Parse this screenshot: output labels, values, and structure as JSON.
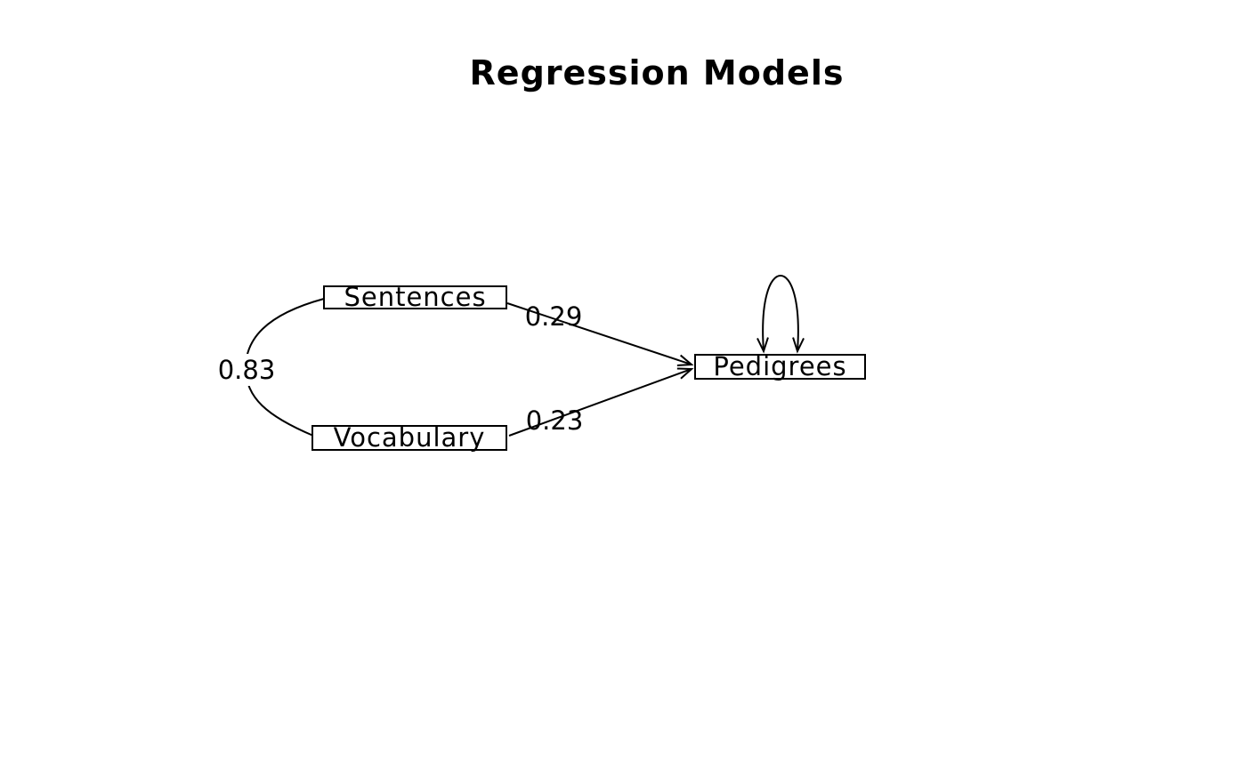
{
  "title": "Regression Models",
  "diagram": {
    "type": "path-diagram",
    "background_color": "#ffffff",
    "line_color": "#000000",
    "text_color": "#000000",
    "nodes": [
      {
        "id": "sentences",
        "label": "Sentences",
        "shape": "rectangle"
      },
      {
        "id": "vocabulary",
        "label": "Vocabulary",
        "shape": "rectangle"
      },
      {
        "id": "pedigrees",
        "label": "Pedigrees",
        "shape": "rectangle"
      }
    ],
    "edges": [
      {
        "from": "Sentences",
        "to": "Pedigrees",
        "label": "0.29",
        "type": "directed-arrow"
      },
      {
        "from": "Vocabulary",
        "to": "Pedigrees",
        "label": "0.23",
        "type": "directed-arrow"
      },
      {
        "from": "Sentences",
        "to": "Vocabulary",
        "label": "0.83",
        "type": "covariance-arc"
      },
      {
        "from": "Pedigrees",
        "to": "Pedigrees",
        "label": "",
        "type": "variance-loop"
      }
    ]
  }
}
